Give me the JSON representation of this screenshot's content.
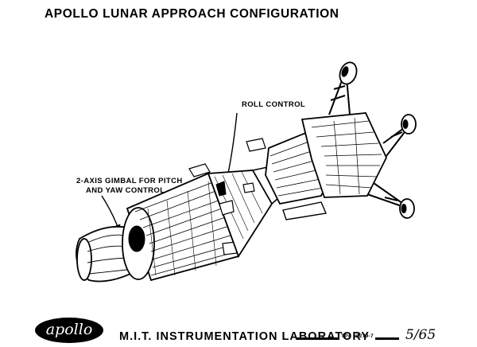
{
  "title": "APOLLO LUNAR APPROACH CONFIGURATION",
  "labels": {
    "roll_control": "ROLL CONTROL",
    "gimbal_line1": "2-AXIS GIMBAL FOR PITCH",
    "gimbal_line2": "AND YAW CONTROL"
  },
  "footer": {
    "logo_text": "apollo",
    "lab_name": "M.I.T. INSTRUMENTATION LABORATORY",
    "tp_number": "TP# 12279-7",
    "date": "5/65"
  }
}
